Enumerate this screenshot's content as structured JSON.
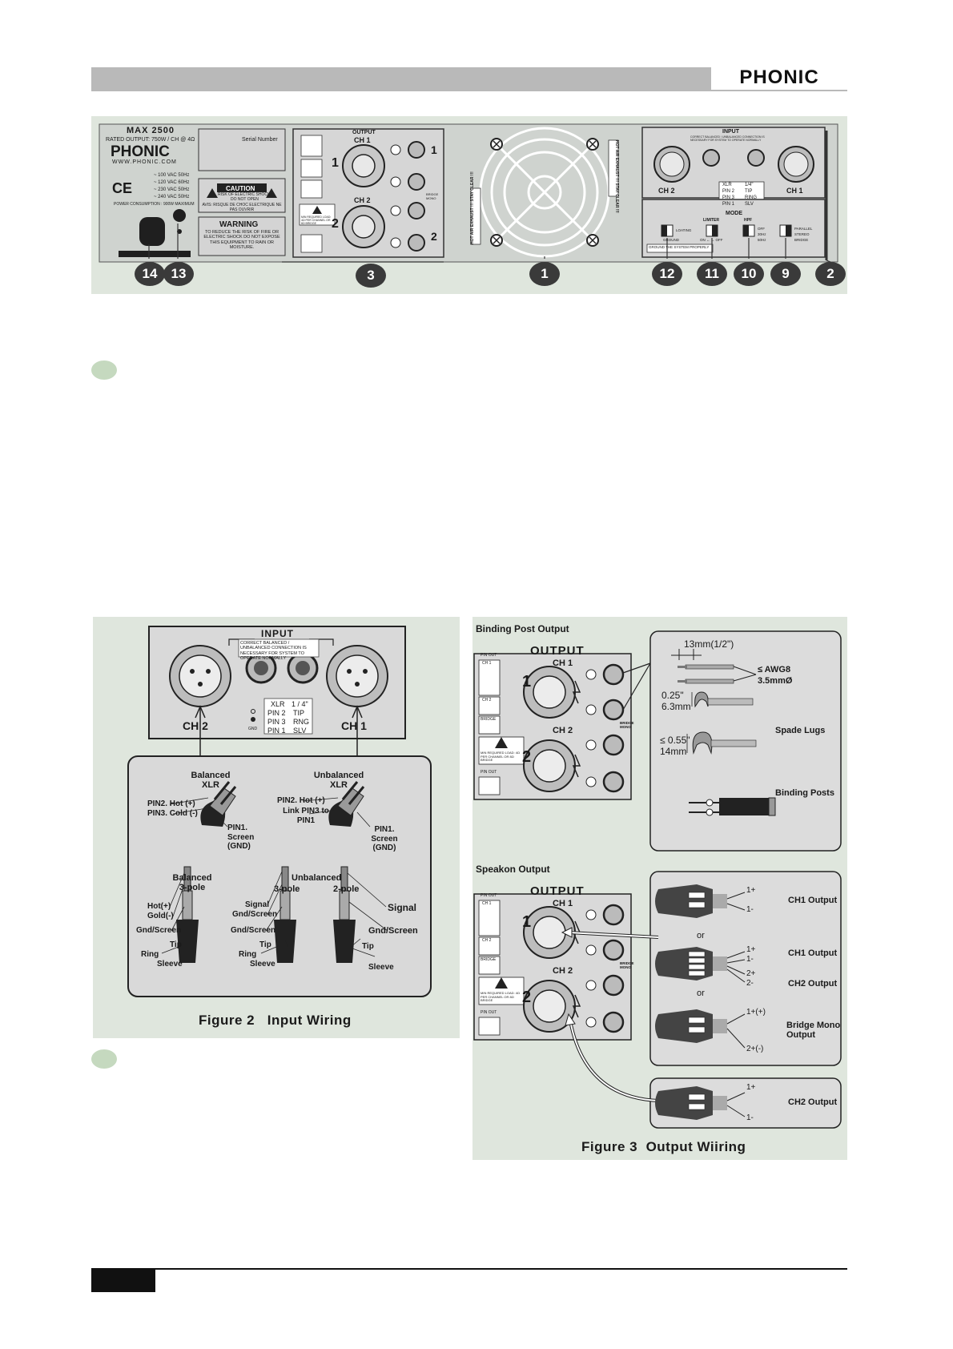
{
  "header": {
    "brand": "PHONIC"
  },
  "rear_panel": {
    "model": "MAX 2500",
    "rated_output": "RATED OUTPUT: 750W / CH @ 4Ω",
    "brand": "PHONIC",
    "website": "WWW.PHONIC.COM",
    "ce_mark": "CE",
    "voltages": [
      "~ 100 VAC 50Hz",
      "~ 120 VAC 60Hz",
      "~ 230 VAC 50Hz",
      "~ 240 VAC 50Hz"
    ],
    "power_consumption": "POWER CONSUMPTION : 900W MAXIMUM",
    "serial_number_label": "Serial Number",
    "caution_title": "CAUTION",
    "caution_line1": "RISK OF ELECTRIC SHOCK",
    "caution_line2": "DO NOT OPEN",
    "caution_fr": "AVIS: RISQUE DE CHOC ELECTRIQUE NE PAS OUVRIR",
    "warning_title": "WARNING",
    "warning_text": "TO REDUCE THE RISK OF FIRE OR ELECTRIC SHOCK DO NOT EXPOSE THIS EQUIPMENT TO RAIN OR MOISTURE.",
    "output_title": "OUTPUT",
    "ch1": "CH 1",
    "ch2": "CH 2",
    "num1": "1",
    "num2": "2",
    "bridge_mono": "BRIDGE MONO",
    "min_load": "MIN REQUIRED LOAD: 4Ω PER CHANNEL OR 8Ω BRIDGE",
    "hot_air_left": "HOT AIR EXHAUST !!! STAY CLEAR !!!",
    "hot_air_right": "HOT AIR EXHAUST !!! STAY CLEAR !!!",
    "input_title": "INPUT",
    "input_note": "CORRECT BALANCED / UNBALANCED CONNECTION IS NECESSARY FOR SYSTEM TO OPERATE NORMALLY",
    "pin_table": [
      [
        "XLR",
        "1/4\""
      ],
      [
        "PIN 2",
        "TIP"
      ],
      [
        "PIN 3",
        "RING"
      ],
      [
        "PIN 1",
        "SLV"
      ]
    ],
    "mode_title": "MODE",
    "switch_ground": [
      "LOATING",
      "GROUND"
    ],
    "ground_note": "GROUND THE SYSTEM PROPERLY",
    "switch_limiter_title": "LIMITER",
    "switch_limiter": "ON ← → OFF",
    "switch_hpf_title": "HPF",
    "switch_hpf": [
      "OFF",
      "30Hz",
      "50Hz"
    ],
    "switch_mode": [
      "PARALLEL",
      "STEREO",
      "BRIDGE"
    ],
    "callouts": [
      "14",
      "13",
      "3",
      "1",
      "12",
      "11",
      "10",
      "9",
      "2"
    ]
  },
  "figure2": {
    "caption": "Figure 2   Input Wiring",
    "input_title": "INPUT",
    "input_note": "CORRECT BALANCED / UNBALANCED CONNECTION IS NECESSARY FOR SYSTEM TO OPERATE NORMALLY",
    "ch2": "CH 2",
    "ch1": "CH 1",
    "gnd": "GND",
    "pin_table": [
      [
        "XLR",
        "1 / 4\""
      ],
      [
        "PIN 2",
        "TIP"
      ],
      [
        "PIN 3",
        "RNG"
      ],
      [
        "PIN 1",
        "SLV"
      ]
    ],
    "balanced_xlr": "Balanced XLR",
    "unbalanced_xlr": "Unbalanced XLR",
    "bal_pin2": "PIN2. Hot (+)",
    "bal_pin3": "PIN3. Cold (-)",
    "bal_pin1": "PIN1. Screen (GND)",
    "unbal_pin2": "PIN2. Hot (+)",
    "unbal_link": "Link PIN3 to PIN1",
    "unbal_pin1": "PIN1. Screen (GND)",
    "balanced_3pole": "Balanced 3-pole",
    "unbalanced": "Unbalanced",
    "three_pole": "3-pole",
    "two_pole": "2-pole",
    "b3_hot": "Hot(+)",
    "b3_gold": "Gold(-)",
    "b3_gnd": "Gnd/Screen",
    "b3_tip": "Tip",
    "b3_ring": "Ring",
    "b3_sleeve": "Sleeve",
    "u3_signal": "Signal",
    "u3_gnd": "Gnd/Screen",
    "u3_gnd2": "Gnd/Screen",
    "u3_tip": "Tip",
    "u3_ring": "Ring",
    "u3_sleeve": "Sleeve",
    "u2_signal": "Signal",
    "u2_gnd": "Gnd/Screen",
    "u2_tip": "Tip",
    "u2_sleeve": "Sleeve"
  },
  "figure3": {
    "caption": "Figure 3  Output Wiiring",
    "binding_title": "Binding Post Output",
    "speakon_title": "Speakon Output",
    "output_title": "OUTPUT",
    "ch1": "CH 1",
    "ch2": "CH 2",
    "num1": "1",
    "num2": "2",
    "pin_out": "PIN OUT",
    "bridge": "BRIDGE",
    "bridge_mono": "BRIDGE MONO",
    "min_load": "MIN REQUIRED LOAD: 4Ω PER CHANNEL OR 8Ω BRIDGE",
    "strip_length": "13mm(1/2\")",
    "awg": "≤ AWG8",
    "awg_mm": "3.5mmØ",
    "spade_w1": "0.25\"",
    "spade_w1_mm": "6.3mm",
    "spade_w2": "≤ 0.55\"",
    "spade_w2_mm": "14mm",
    "spade_lugs": "Spade Lugs",
    "binding_posts": "Binding Posts",
    "or1": "or",
    "or2": "or",
    "plug1_a": "1+",
    "plug1_b": "1-",
    "plug1_label": "CH1 Output",
    "plug2_a": "1+",
    "plug2_b": "1-",
    "plug2_c": "2+",
    "plug2_d": "2-",
    "plug2_label1": "CH1 Output",
    "plug2_label2": "CH2 Output",
    "plug3_a": "1+(+)",
    "plug3_b": "2+(-)",
    "plug3_label": "Bridge Mono Output",
    "plug4_a": "1+",
    "plug4_b": "1-",
    "plug4_label": "CH2 Output"
  }
}
